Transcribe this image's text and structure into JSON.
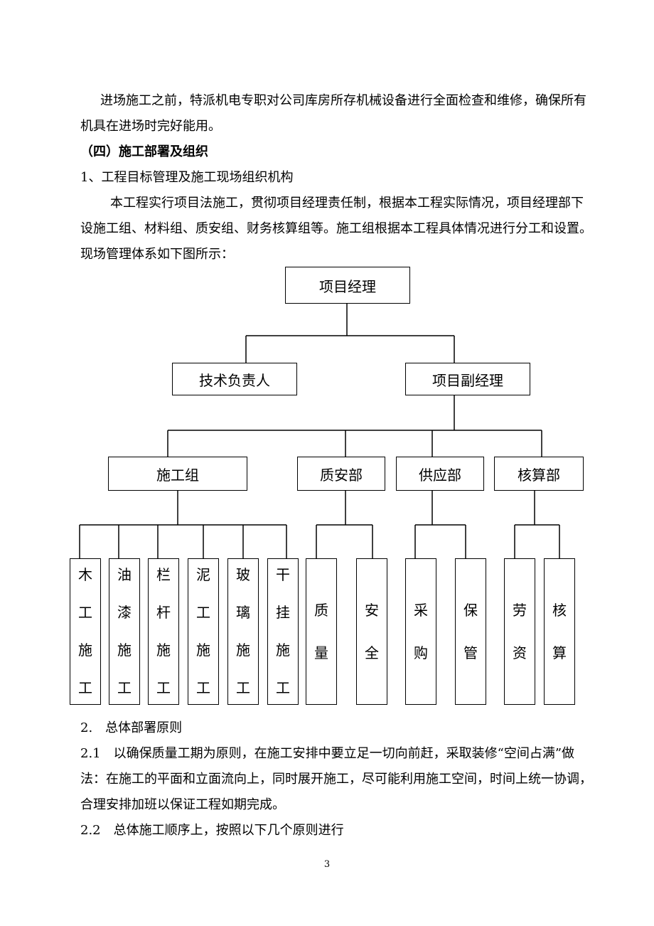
{
  "paragraphs": [
    "进场施工之前，特派机电专职对公司库房所存机械设备进行全面检查和维修，确保所有",
    "机具在进场时完好能用。",
    "（四）施工部署及组织",
    "1、工程目标管理及施工现场组织机构",
    "本工程实行项目法施工，贯彻项目经理责任制，根据本工程实际情况，项目经理部下",
    "设施工组、材料组、质安组、财务核算组等。施工组根据本工程具体情况进行分工和设置。",
    "现场管理体系如下图所示："
  ],
  "org_chart": {
    "top": "项目经理",
    "level2": [
      "技术负责人",
      "项目副经理"
    ],
    "level3": [
      "施工组",
      "质安部",
      "供应部",
      "核算部"
    ],
    "level4": [
      "木工施工",
      "油漆施工",
      "栏杆施工",
      "泥工施工",
      "玻璃施工",
      "干挂施工",
      "质量",
      "安全",
      "采购",
      "保管",
      "劳资",
      "核算"
    ]
  },
  "section2": [
    "2.　总体部署原则",
    "2.1　以确保质量工期为原则，在施工安排中要立足一切向前赶，采取装修“空间占满”做",
    "法：在施工的平面和立面流向上，同时展开施工，尽可能利用施工空间，时间上统一协调，",
    "合理安排加班以保证工程如期完成。",
    "2.2　总体施工顺序上，按照以下几个原则进行"
  ],
  "page_number": "3"
}
